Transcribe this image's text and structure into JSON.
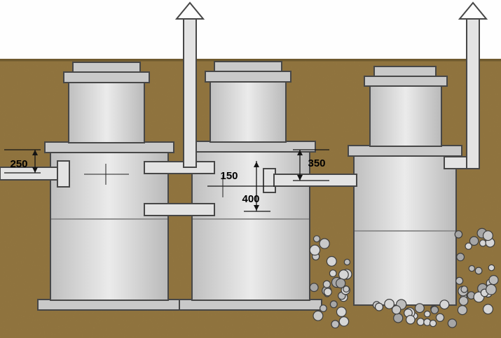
{
  "diagram": {
    "subject": "three-chamber-concrete-septic-tank-cross-section",
    "annotations": {
      "inlet_offset_mm": "250",
      "drop_mm": "150",
      "depth_mm": "400",
      "outlet_offset_mm": "350"
    },
    "icons": {
      "vent_cap_left": "up-arrow-vent-cap",
      "vent_cap_right": "up-arrow-vent-cap"
    },
    "colors": {
      "ground": "#ad8c4c",
      "sky": "#fefefe",
      "ground_surface_line": "#6f5a2e",
      "concrete": "#d9d9d9",
      "concrete_slab": "#c9c9c9",
      "pipe": "#e3e3e3",
      "outline": "#474747",
      "dimension_text": "#000000",
      "gravel": "#bcbcbc"
    }
  }
}
